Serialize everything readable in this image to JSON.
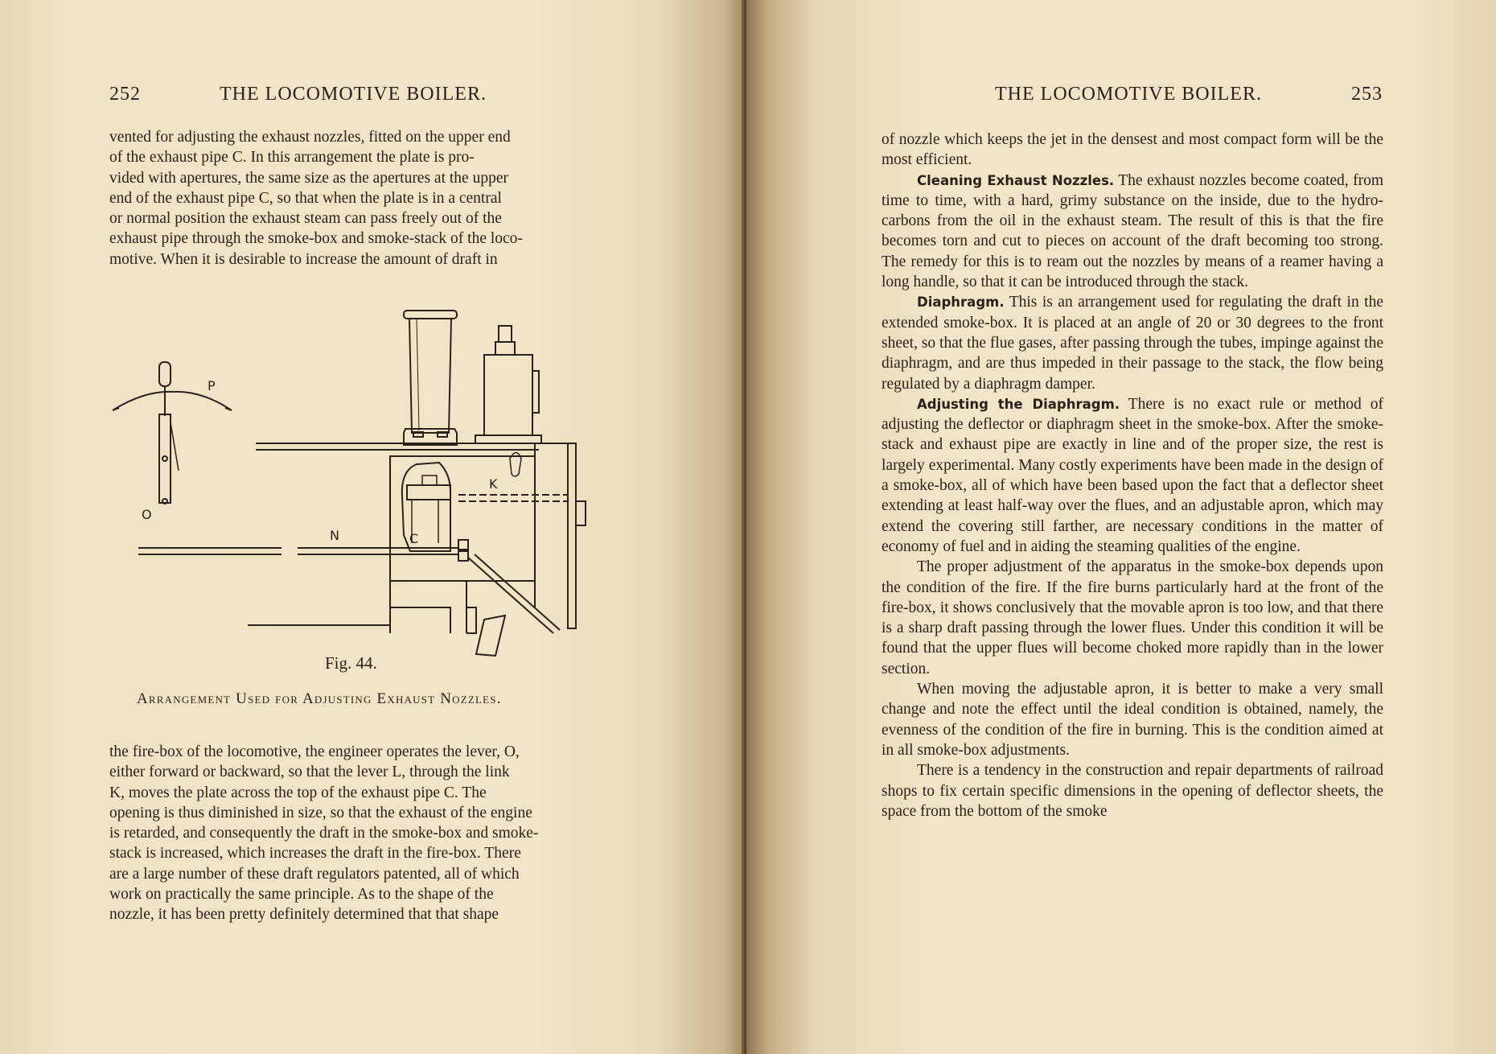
{
  "left_page": {
    "page_number": "252",
    "running_head": "THE LOCOMOTIVE BOILER.",
    "text_top": [
      "vented for adjusting the exhaust nozzles, fitted on the upper end",
      "of the exhaust pipe C. In this arrangement the plate is pro-",
      "vided with apertures, the same size as the apertures at the upper",
      "end of the exhaust pipe C, so that when the plate is in a central",
      "or normal position the exhaust steam can pass freely out of the",
      "exhaust pipe through the smoke-box and smoke-stack of the loco-",
      "motive. When it is desirable to increase the amount of draft in"
    ],
    "figure": {
      "number": "Fig. 44.",
      "caption": "Arrangement Used for Adjusting Exhaust Nozzles.",
      "labels": {
        "p": "P",
        "o": "O",
        "n": "N",
        "k": "K",
        "c": "C"
      }
    },
    "text_bottom": [
      "the fire-box of the locomotive, the engineer operates the lever, O,",
      "either forward or backward, so that the lever L, through the link",
      "K, moves the plate across the top of the exhaust pipe C. The",
      "opening is thus diminished in size, so that the exhaust of the engine",
      "is retarded, and consequently the draft in the smoke-box and smoke-",
      "stack is increased, which increases the draft in the fire-box. There",
      "are a large number of these draft regulators patented, all of which",
      "work on practically the same principle. As to the shape of the",
      "nozzle, it has been pretty definitely determined that that shape"
    ]
  },
  "right_page": {
    "page_number": "253",
    "running_head": "THE LOCOMOTIVE BOILER.",
    "p1": "of nozzle which keeps the jet in the densest and most compact form will be the most efficient.",
    "p2_head": "Cleaning Exhaust Nozzles.",
    "p2": "The exhaust nozzles become coated, from time to time, with a hard, grimy substance on the inside, due to the hydro-carbons from the oil in the exhaust steam. The result of this is that the fire becomes torn and cut to pieces on account of the draft becoming too strong. The remedy for this is to ream out the nozzles by means of a reamer having a long handle, so that it can be introduced through the stack.",
    "p3_head": "Diaphragm.",
    "p3": "This is an arrangement used for regulating the draft in the extended smoke-box. It is placed at an angle of 20 or 30 degrees to the front sheet, so that the flue gases, after passing through the tubes, impinge against the diaphragm, and are thus impeded in their passage to the stack, the flow being regulated by a diaphragm damper.",
    "p4_head": "Adjusting the Diaphragm.",
    "p4": "There is no exact rule or method of adjusting the deflector or diaphragm sheet in the smoke-box. After the smoke-stack and exhaust pipe are exactly in line and of the proper size, the rest is largely experimental. Many costly experiments have been made in the design of a smoke-box, all of which have been based upon the fact that a deflector sheet extending at least half-way over the flues, and an adjustable apron, which may extend the covering still farther, are necessary conditions in the matter of economy of fuel and in aiding the steaming qualities of the engine.",
    "p5": "The proper adjustment of the apparatus in the smoke-box depends upon the condition of the fire. If the fire burns particularly hard at the front of the fire-box, it shows conclusively that the movable apron is too low, and that there is a sharp draft passing through the lower flues. Under this condition it will be found that the upper flues will become choked more rapidly than in the lower section.",
    "p6": "When moving the adjustable apron, it is better to make a very small change and note the effect until the ideal condition is obtained, namely, the evenness of the condition of the fire in burning. This is the condition aimed at in all smoke-box adjustments.",
    "p7": "There is a tendency in the construction and repair departments of railroad shops to fix certain specific dimensions in the opening of deflector sheets, the space from the bottom of the smoke"
  }
}
